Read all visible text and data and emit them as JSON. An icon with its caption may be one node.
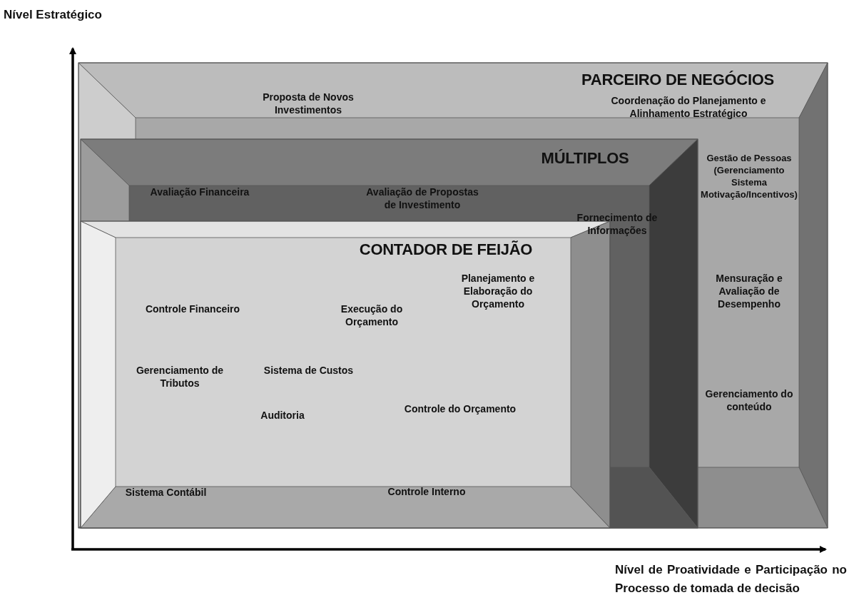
{
  "diagram": {
    "nodes": [
      {
        "text": [
          "PARCEIRO DE NEGÓCIOS",
          "Proposta de Novos Investimentos",
          "Coordenação do Planejamento e Alinhamento Estratégico",
          "Gestão de Pessoas (Gerenciamento Sistema Motivação/Incentivos)",
          "Mensuração e Avaliação de Desempenho",
          "Gerenciamento do conteúdo"
        ]
      },
      {
        "text": [
          "MÚLTIPLOS",
          "Avaliação Financeira",
          "Avaliação de Propostas de Investimento",
          "Fornecimento de Informações"
        ],
        "in": 0
      },
      {
        "text": [
          "CONTADOR DE FEIJÃO",
          "Controle Financeiro",
          "Execução do Orçamento",
          "Planejamento e Elaboração do Orçamento",
          "Gerenciamento de Tributos",
          "Sistema de Custos",
          "Auditoria",
          "Controle do Orçamento",
          "Sistema Contábil",
          "Controle Interno"
        ],
        "in": 1
      }
    ],
    "edges": [],
    "labels": [
      "Nível Estratégico",
      "Nível de Proatividade e Participação no Processo de tomada de decisão"
    ]
  }
}
